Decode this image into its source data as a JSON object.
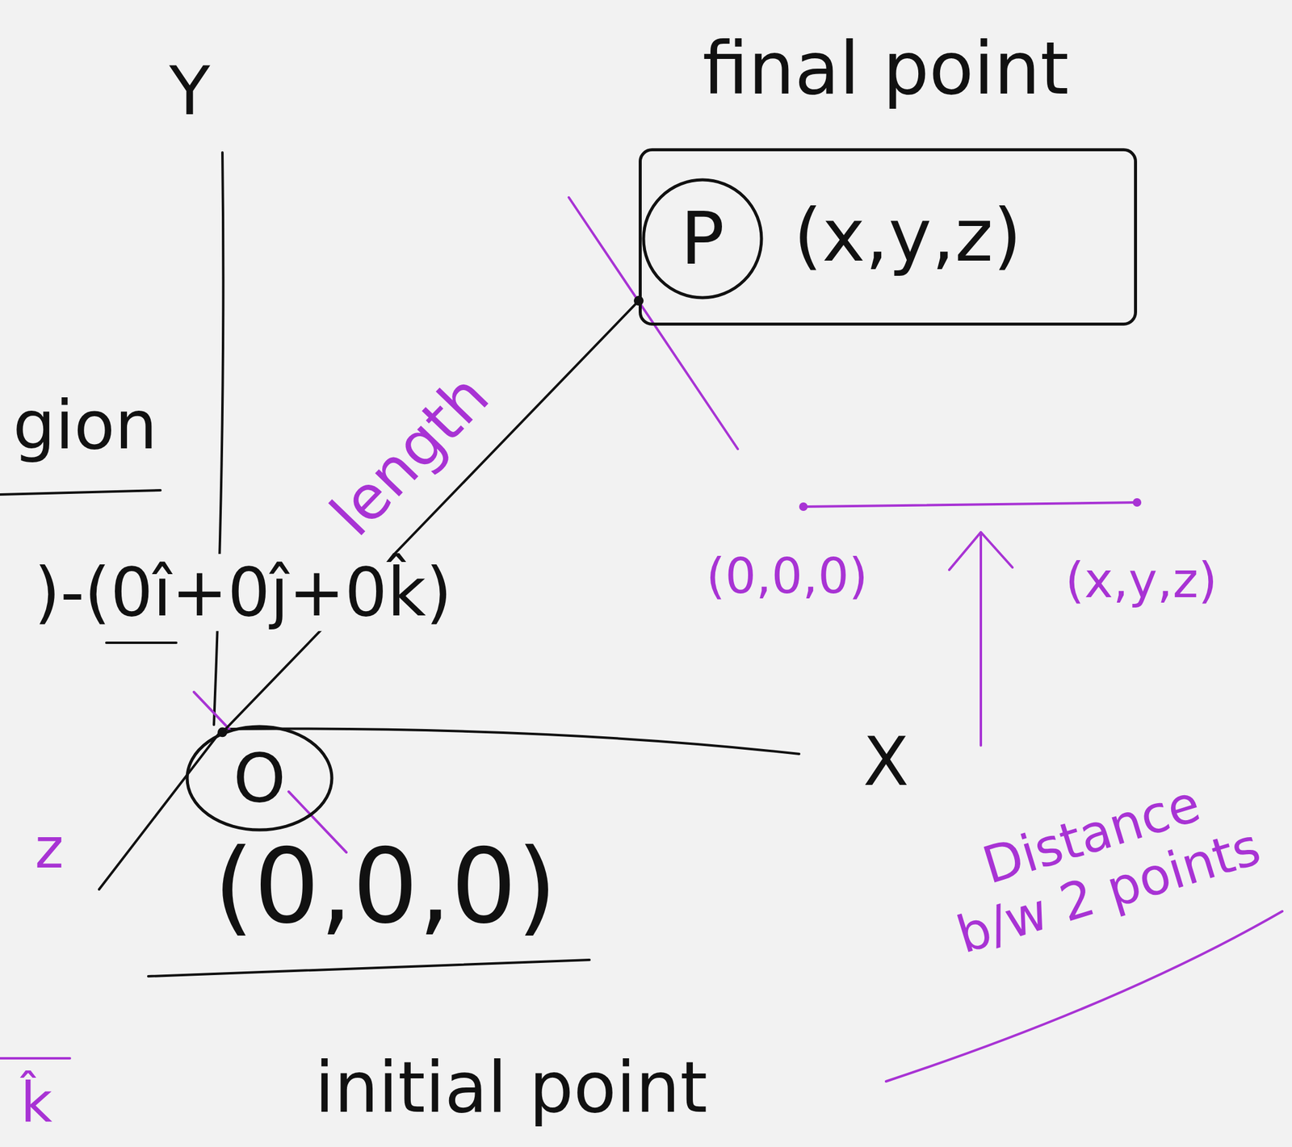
{
  "diagram": {
    "nodes": [
      {
        "text": [
          "final point",
          "(x,y,z)"
        ]
      },
      {
        "text": [
          "P"
        ],
        "in": 0
      },
      {
        "text": [
          "O"
        ]
      }
    ],
    "edges": [
      {
        "from": 2,
        "to": 0,
        "arrow": "none",
        "label": "length"
      }
    ],
    "labels": [
      "Y",
      "gion",
      ")-(0î+0ĵ+0k̂)",
      "X",
      "z",
      "(0,0,0)",
      "initial point",
      "(0,0,0)",
      "(x,y,z)",
      "Distance b/w 2 points",
      "k̂"
    ]
  }
}
